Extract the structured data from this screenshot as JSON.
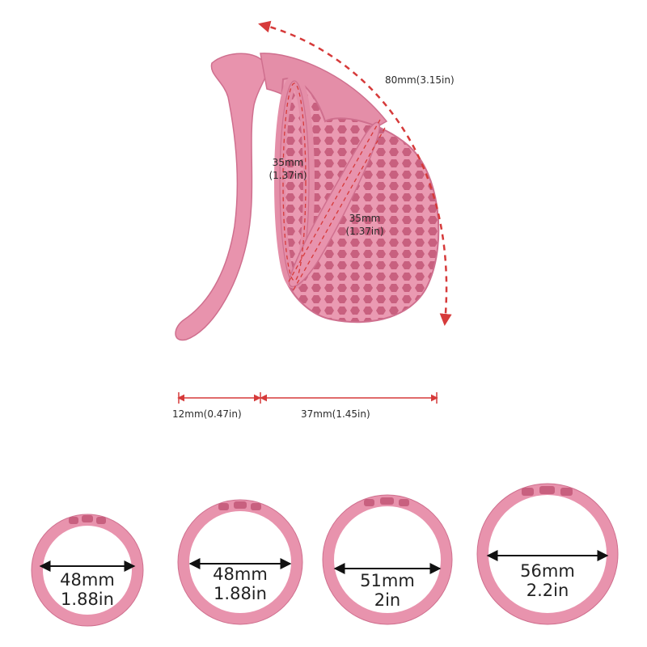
{
  "colors": {
    "pink": "#e893ad",
    "pink_dark": "#cf6f8e",
    "pink_light": "#f4b8ca",
    "dimension_red": "#d63a3a",
    "measure_black": "#111111"
  },
  "product": {
    "dimensions": {
      "length_arc": "80mm(3.15in)",
      "ring_inner_left": "35mm",
      "ring_inner_left_in": "(1.37in)",
      "ring_inner_right": "35mm",
      "ring_inner_right_in": "(1.37in)",
      "gap_width": "12mm(0.47in)",
      "depth_width": "37mm(1.45in)"
    }
  },
  "rings": [
    {
      "mm": "48mm",
      "inch": "1.88in"
    },
    {
      "mm": "48mm",
      "inch": "1.88in"
    },
    {
      "mm": "51mm",
      "inch": "2in"
    },
    {
      "mm": "56mm",
      "inch": "2.2in"
    }
  ]
}
